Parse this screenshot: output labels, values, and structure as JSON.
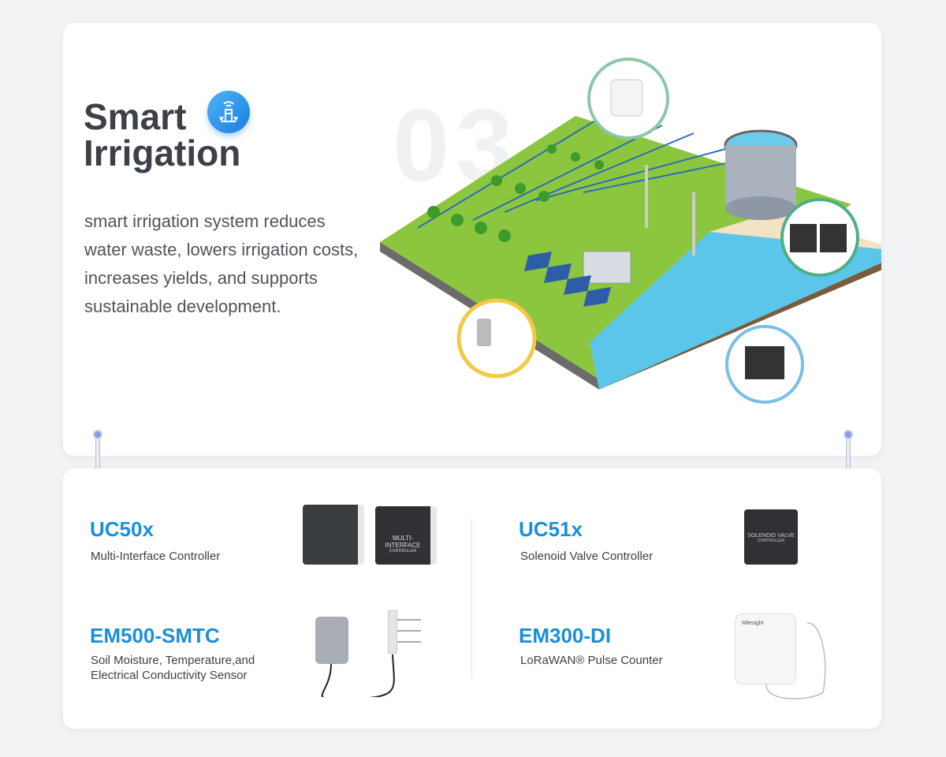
{
  "hero": {
    "number": "03",
    "title_line1": "Smart",
    "title_line2": "Irrigation",
    "icon": "irrigation-sprinkler-icon",
    "description": "smart irrigation system reduces water waste, lowers irrigation costs, increases yields, and supports sustainable development."
  },
  "products": [
    {
      "name": "UC50x",
      "description": "Multi-Interface Controller",
      "device_label": "MULTI-INTERFACE",
      "device_sublabel": "CONTROLLER"
    },
    {
      "name": "UC51x",
      "description": "Solenoid Valve Controller",
      "device_label": "SOLENOID VALVE",
      "device_sublabel": "CONTROLLER"
    },
    {
      "name": "EM500-SMTC",
      "description_line1": "Soil Moisture, Temperature,and",
      "description_line2": "Electrical Conductivity Sensor"
    },
    {
      "name": "EM300-DI",
      "description": "LoRaWAN® Pulse Counter",
      "brand": "Milesight"
    }
  ],
  "colors": {
    "accent": "#1a8fd8",
    "title": "#3d4046",
    "land": "#8cc63f",
    "water": "#5cc6ea"
  }
}
